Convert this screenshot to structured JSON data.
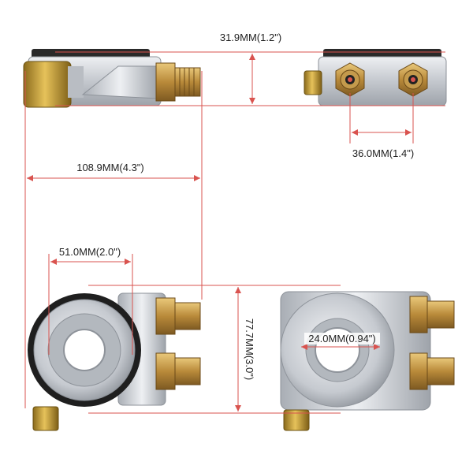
{
  "dimensions": {
    "height_top": "31.9MM(1.2\")",
    "port_spacing": "36.0MM(1.4\")",
    "overall_length": "108.9MM(4.3\")",
    "gasket_diameter": "51.0MM(2.0\")",
    "overall_height": "77.7MM(3.0\")",
    "center_bore": "24.0MM(0.94\")"
  },
  "colors": {
    "dimension_line": "#d9534f",
    "aluminum": "#c9ccd1",
    "brass": "#c79a2e",
    "fitting": "#c9a14a",
    "gasket": "#2a2a2a"
  },
  "views": [
    "top-side-view",
    "top-end-view",
    "front-view",
    "back-view"
  ]
}
